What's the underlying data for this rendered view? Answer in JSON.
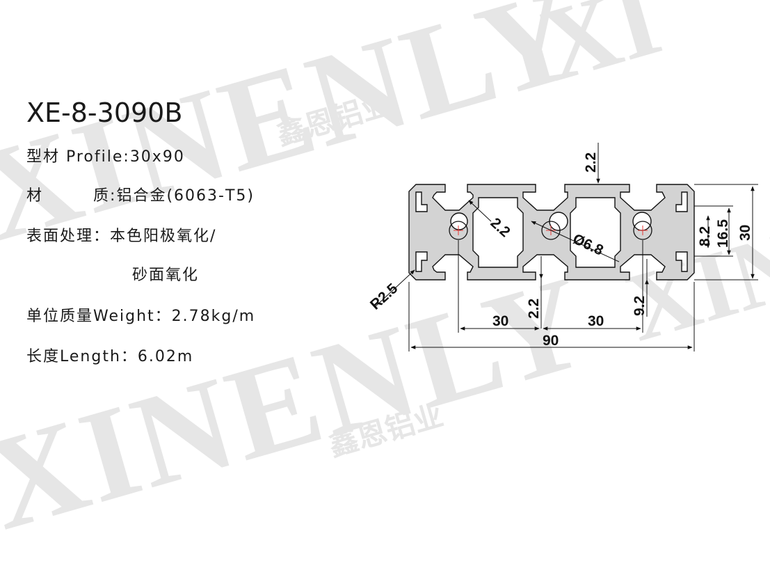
{
  "watermark": {
    "brand_en": "XINENLY",
    "brand_cn": "鑫恩铝业",
    "brand_top_right": "XI",
    "brand_right": "XIN"
  },
  "spec": {
    "model": "XE-8-3090B",
    "profile_label": "型材 Profile:",
    "profile_value": "30x90",
    "material_label_a": "材",
    "material_label_b": "质:",
    "material_value": "铝合金(6063-T5)",
    "surface_label": "表面处理：",
    "surface_value": "本色阳极氧化/",
    "surface_value_2": "砂面氧化",
    "weight_label": "单位质量Weight：",
    "weight_value": "2.78kg/m",
    "length_label": "长度Length：",
    "length_value": "6.02m"
  },
  "dimensions": {
    "slot_top": "2.2",
    "wall_diag": "2.2",
    "hole_dia": "Ø6.8",
    "slot_bottom": "2.2",
    "depth": "9.2",
    "inner": "8.2",
    "mid": "16.5",
    "height": "30",
    "pitch_left": "30",
    "pitch_right": "30",
    "width": "90",
    "radius": "R2.5"
  },
  "colors": {
    "profile_fill": "#d3d3d3",
    "outline": "#111111",
    "center_mark": "#e53935",
    "watermark": "#e6e6e6"
  }
}
